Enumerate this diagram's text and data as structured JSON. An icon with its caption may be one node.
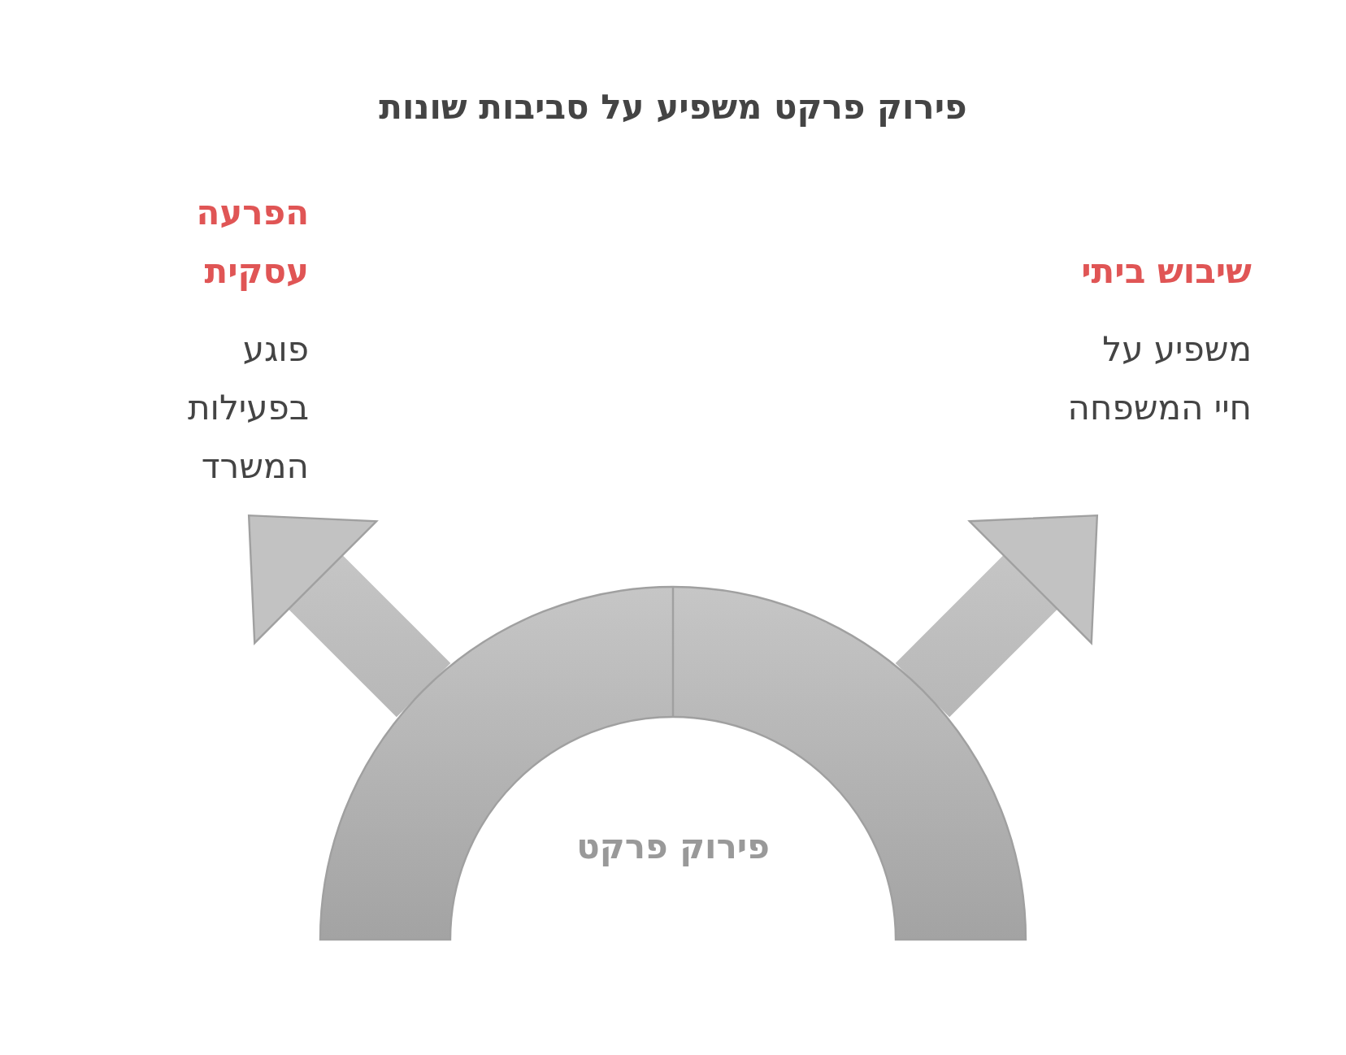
{
  "diagram": {
    "title": "פירוק פרקט משפיע על סביבות שונות",
    "nodes": [
      {
        "text": [
          "פירוק פרקט"
        ]
      },
      {
        "text": [
          "הפרעה עסקית",
          "פוגע בפעילות המשרד"
        ]
      },
      {
        "text": [
          "שיבוש ביתי",
          "משפיע על חיי המשפחה"
        ]
      }
    ],
    "edges": [
      {
        "from": 0,
        "to": 1,
        "arrow": "to"
      },
      {
        "from": 0,
        "to": 2,
        "arrow": "to"
      }
    ]
  }
}
